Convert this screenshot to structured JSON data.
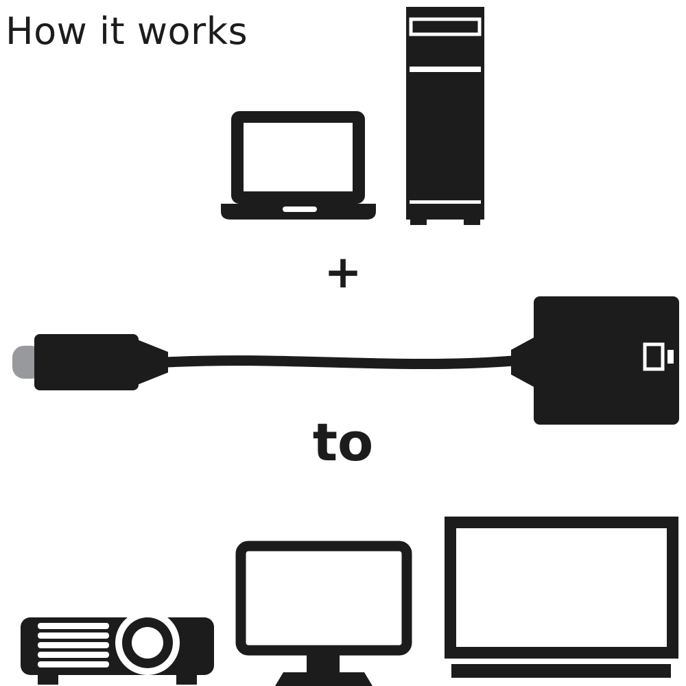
{
  "page": {
    "title": "How it works",
    "plus_label": "+",
    "to_label": "to"
  },
  "icons": {
    "sources": [
      "laptop-icon",
      "desktop-tower-icon"
    ],
    "adapter_parts": [
      "usb-c-plug-icon",
      "adapter-cable",
      "vga-housing-icon",
      "display-glyph-icon"
    ],
    "destinations": [
      "projector-icon",
      "monitor-icon",
      "tv-icon"
    ]
  },
  "colors": {
    "ink": "#1c1c1c",
    "connector-gray": "#97999c",
    "background": "#ffffff"
  }
}
